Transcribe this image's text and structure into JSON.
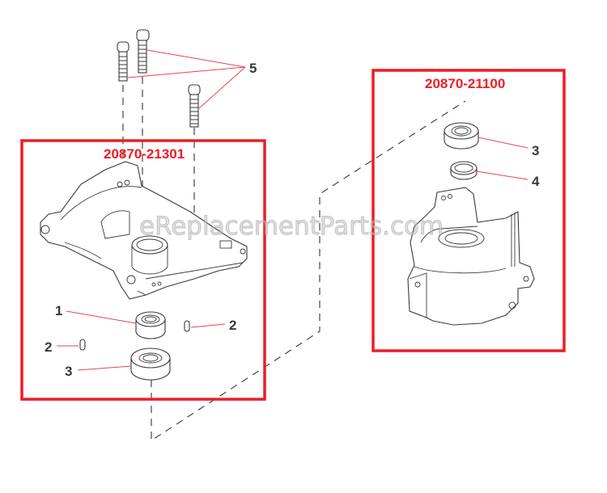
{
  "diagram": {
    "type": "exploded-parts-diagram",
    "assemblies": [
      {
        "part_number": "20870-21301",
        "color": "#ee1c25",
        "callouts": [
          "1",
          "2",
          "2",
          "3"
        ]
      },
      {
        "part_number": "20870-21100",
        "color": "#ee1c25",
        "callouts": [
          "3",
          "4"
        ]
      }
    ],
    "callouts": {
      "bolts": "5",
      "left_bearing_upper": "1",
      "left_pin_right": "2",
      "left_pin_left": "2",
      "left_bearing_lower": "3",
      "right_bearing": "3",
      "right_seal": "4"
    },
    "watermark": "eReplacementParts.com"
  }
}
